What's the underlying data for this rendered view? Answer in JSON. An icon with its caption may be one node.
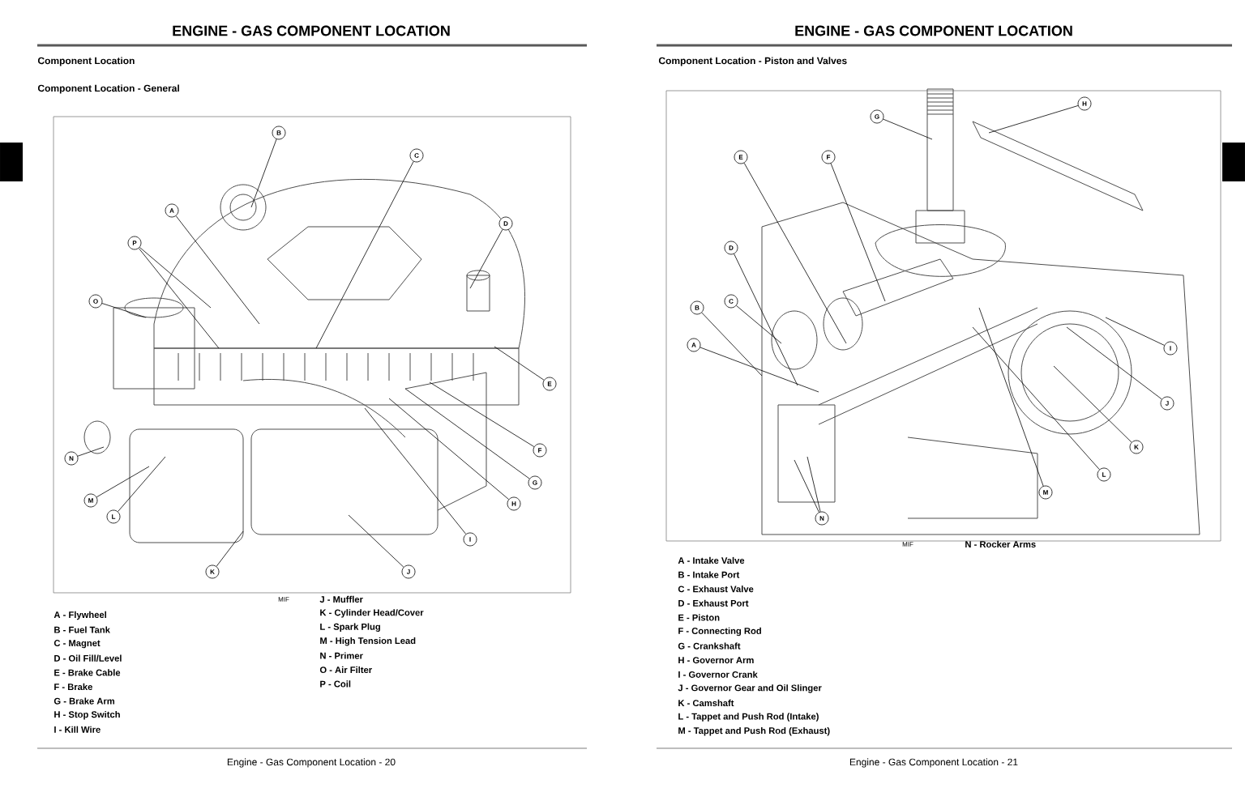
{
  "diagram": {
    "nodes": [
      {
        "text": [
          "B"
        ]
      },
      {
        "text": [
          "C"
        ]
      },
      {
        "text": [
          "A"
        ]
      },
      {
        "text": [
          "D"
        ]
      },
      {
        "text": [
          "P"
        ]
      },
      {
        "text": [
          "O"
        ]
      },
      {
        "text": [
          "E"
        ]
      },
      {
        "text": [
          "F"
        ]
      },
      {
        "text": [
          "N"
        ]
      },
      {
        "text": [
          "G"
        ]
      },
      {
        "text": [
          "M"
        ]
      },
      {
        "text": [
          "H"
        ]
      },
      {
        "text": [
          "L"
        ]
      },
      {
        "text": [
          "I"
        ]
      },
      {
        "text": [
          "K"
        ]
      },
      {
        "text": [
          "J"
        ]
      },
      {
        "text": [
          "H"
        ]
      },
      {
        "text": [
          "G"
        ]
      },
      {
        "text": [
          "E"
        ]
      },
      {
        "text": [
          "F"
        ]
      },
      {
        "text": [
          "D"
        ]
      },
      {
        "text": [
          "C"
        ]
      },
      {
        "text": [
          "B"
        ]
      },
      {
        "text": [
          "A"
        ]
      },
      {
        "text": [
          "I"
        ]
      },
      {
        "text": [
          "J"
        ]
      },
      {
        "text": [
          "K"
        ]
      },
      {
        "text": [
          "L"
        ]
      },
      {
        "text": [
          "M"
        ]
      },
      {
        "text": [
          "N"
        ]
      }
    ],
    "edges": [
      {
        "from": 0,
        "to": null,
        "arrow": "none"
      },
      {
        "from": 1,
        "to": null,
        "arrow": "none"
      },
      {
        "from": 2,
        "to": null,
        "arrow": "none"
      },
      {
        "from": 3,
        "to": null,
        "arrow": "none"
      },
      {
        "from": 4,
        "to": null,
        "arrow": "none"
      },
      {
        "from": 4,
        "to": null,
        "arrow": "none"
      },
      {
        "from": 5,
        "to": null,
        "arrow": "none"
      },
      {
        "from": 6,
        "to": null,
        "arrow": "none"
      },
      {
        "from": 7,
        "to": null,
        "arrow": "none"
      },
      {
        "from": 8,
        "to": null,
        "arrow": "none"
      },
      {
        "from": 9,
        "to": null,
        "arrow": "none"
      },
      {
        "from": 10,
        "to": null,
        "arrow": "none"
      },
      {
        "from": 11,
        "to": null,
        "arrow": "none"
      },
      {
        "from": 12,
        "to": null,
        "arrow": "none"
      },
      {
        "from": 13,
        "to": null,
        "arrow": "none"
      },
      {
        "from": 14,
        "to": null,
        "arrow": "none"
      },
      {
        "from": 15,
        "to": null,
        "arrow": "none"
      },
      {
        "from": 16,
        "to": null,
        "arrow": "none"
      },
      {
        "from": 17,
        "to": null,
        "arrow": "none"
      },
      {
        "from": 18,
        "to": null,
        "arrow": "none"
      },
      {
        "from": 19,
        "to": null,
        "arrow": "none"
      },
      {
        "from": 20,
        "to": null,
        "arrow": "none"
      },
      {
        "from": 21,
        "to": null,
        "arrow": "none"
      },
      {
        "from": 22,
        "to": null,
        "arrow": "none"
      },
      {
        "from": 23,
        "to": null,
        "arrow": "none"
      },
      {
        "from": 24,
        "to": null,
        "arrow": "none"
      },
      {
        "from": 25,
        "to": null,
        "arrow": "none"
      },
      {
        "from": 26,
        "to": null,
        "arrow": "none"
      },
      {
        "from": 27,
        "to": null,
        "arrow": "none"
      },
      {
        "from": 28,
        "to": null,
        "arrow": "none"
      },
      {
        "from": 29,
        "to": null,
        "arrow": "none"
      },
      {
        "from": 29,
        "to": null,
        "arrow": "none"
      }
    ],
    "labels": [
      "ENGINE - GAS COMPONENT LOCATION",
      "Component Location",
      "Component Location - General",
      "MIF",
      "J - Muffler",
      "K - Cylinder Head/Cover",
      "L - Spark Plug",
      "M - High Tension Lead",
      "N - Primer",
      "O - Air Filter",
      "P - Coil",
      "A - Flywheel",
      "B - Fuel Tank",
      "C - Magnet",
      "D - Oil Fill/Level",
      "E - Brake Cable",
      "F - Brake",
      "G - Brake Arm",
      "H - Stop Switch",
      "I - Kill Wire",
      "Engine - Gas Component Location - 20",
      "ENGINE - GAS COMPONENT LOCATION",
      "Component Location - Piston and Valves",
      "MIF",
      "N - Rocker Arms",
      "A - Intake Valve",
      "B - Intake Port",
      "C - Exhaust Valve",
      "D - Exhaust Port",
      "E - Piston",
      "F - Connecting Rod",
      "G - Crankshaft",
      "H - Governor Arm",
      "I - Governor Crank",
      "J - Governor Gear and Oil Slinger",
      "K - Camshaft",
      "L - Tappet and Push Rod (Intake)",
      "M - Tappet and Push Rod (Exhaust)",
      "Engine - Gas Component Location - 21"
    ]
  }
}
